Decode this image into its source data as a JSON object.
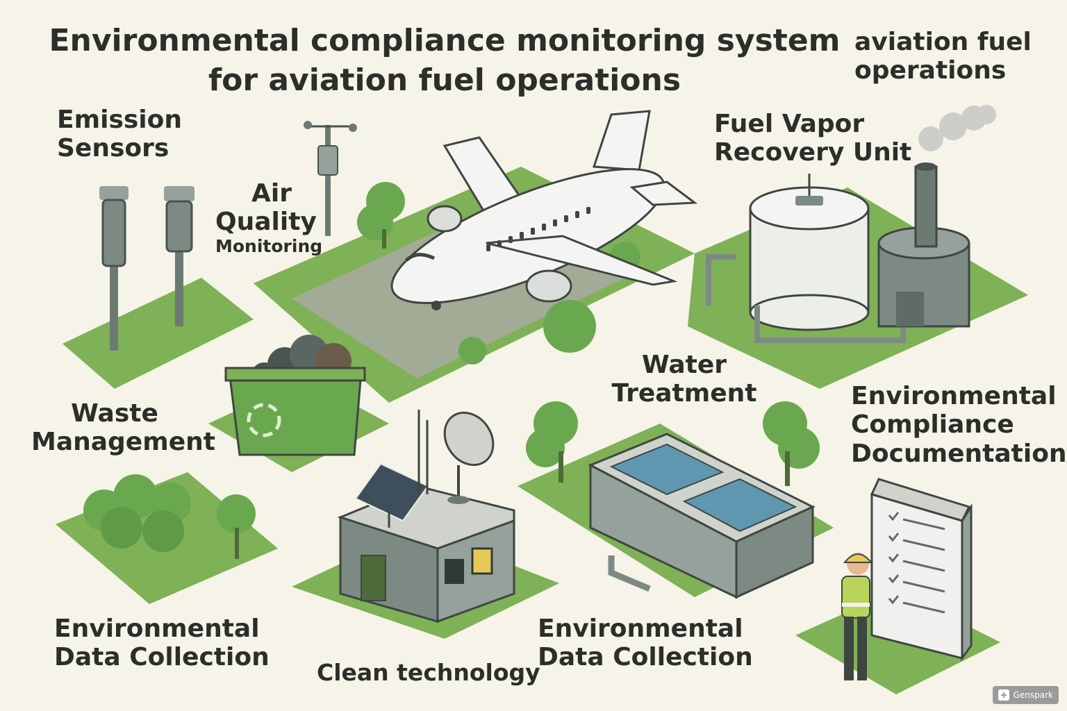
{
  "title": {
    "line1": "Environmental compliance monitoring system",
    "line2": "for aviation fuel operations"
  },
  "corner_label": {
    "line1": "aviation fuel",
    "line2": "operations"
  },
  "labels": {
    "emission_sensors": {
      "line1": "Emission",
      "line2": "Sensors"
    },
    "air_quality": {
      "line1": "Air",
      "line2": "Quality",
      "line3": "Monitoring"
    },
    "fuel_vapor": {
      "line1": "Fuel Vapor",
      "line2": "Recovery Unit"
    },
    "waste_management": {
      "line1": "Waste",
      "line2": "Management"
    },
    "water_treatment": {
      "line1": "Water",
      "line2": "Treatment"
    },
    "compliance_docs": {
      "line1": "Environmental",
      "line2": "Compliance",
      "line3": "Documentation"
    },
    "data_collection_left": {
      "line1": "Environmental",
      "line2": "Data Collection"
    },
    "clean_technology": "Clean technology",
    "data_collection_right": {
      "line1": "Environmental",
      "line2": "Data Collection"
    }
  },
  "watermark": "Genspark",
  "colors": {
    "background": "#f6f3e8",
    "grass": "#7fb157",
    "tree": "#6aa84f",
    "equipment_gray": "#7d8a84",
    "aircraft": "#f4f4f2",
    "water": "#5f97b0",
    "text": "#2a2f2a"
  }
}
